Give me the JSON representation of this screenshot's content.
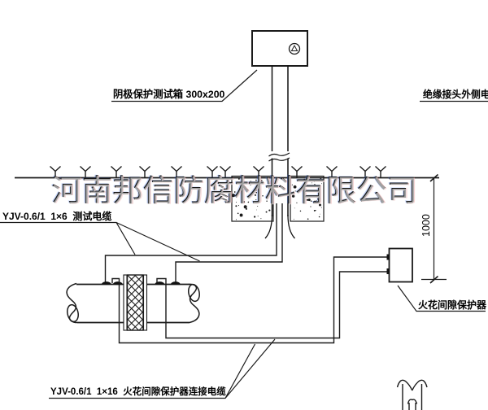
{
  "watermark": {
    "text": "河南邦信防腐材料有限公司"
  },
  "labels": {
    "test_box": "阴极保护测试箱 300x200",
    "outer_cable": "绝缘接头外侧电缆",
    "test_cable": "YJV-0.6/1  1×6  测试电缆",
    "spark_gap_device": "火花间隙保护器",
    "spark_gap_cable": "YJV-0.6/1  1×16  火花间隙保护器连接电缆",
    "dimension_1000": "1000"
  },
  "colors": {
    "line": "#1a1a1a",
    "watermark": "#151515"
  }
}
